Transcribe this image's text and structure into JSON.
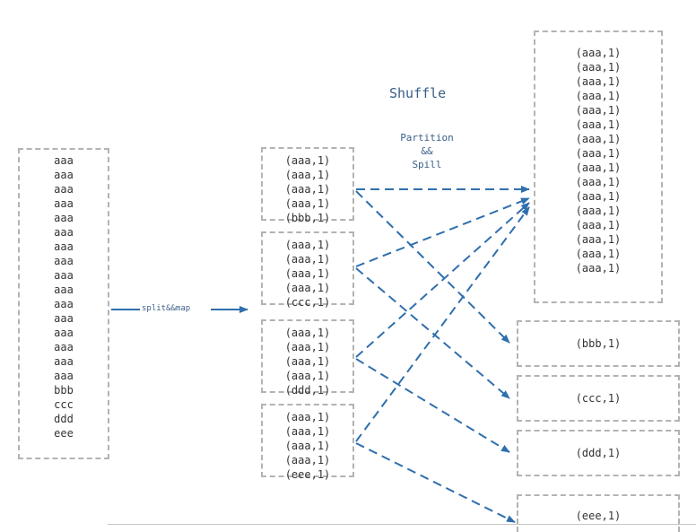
{
  "colors": {
    "arrow": "#2f6fad",
    "border": "#b3b3b3",
    "text": "#333333",
    "label": "#3a5f8a"
  },
  "input_lines": [
    "aaa",
    "aaa",
    "aaa",
    "aaa",
    "aaa",
    "aaa",
    "aaa",
    "aaa",
    "aaa",
    "aaa",
    "aaa",
    "aaa",
    "aaa",
    "aaa",
    "aaa",
    "aaa",
    "bbb",
    "ccc",
    "ddd",
    "eee"
  ],
  "split_map_label": "split&&map",
  "map_groups": [
    [
      "(aaa,1)",
      "(aaa,1)",
      "(aaa,1)",
      "(aaa,1)",
      "(bbb,1)"
    ],
    [
      "(aaa,1)",
      "(aaa,1)",
      "(aaa,1)",
      "(aaa,1)",
      "(ccc,1)"
    ],
    [
      "(aaa,1)",
      "(aaa,1)",
      "(aaa,1)",
      "(aaa,1)",
      "(ddd,1)"
    ],
    [
      "(aaa,1)",
      "(aaa,1)",
      "(aaa,1)",
      "(aaa,1)",
      "(eee,1)"
    ]
  ],
  "shuffle_title": "Shuffle",
  "partition_label": [
    "Partition",
    "&&",
    "Spill"
  ],
  "output_aaa": [
    "(aaa,1)",
    "(aaa,1)",
    "(aaa,1)",
    "(aaa,1)",
    "(aaa,1)",
    "(aaa,1)",
    "(aaa,1)",
    "(aaa,1)",
    "(aaa,1)",
    "(aaa,1)",
    "(aaa,1)",
    "(aaa,1)",
    "(aaa,1)",
    "(aaa,1)",
    "(aaa,1)",
    "(aaa,1)"
  ],
  "output_others": [
    "(bbb,1)",
    "(ccc,1)",
    "(ddd,1)",
    "(eee,1)"
  ]
}
